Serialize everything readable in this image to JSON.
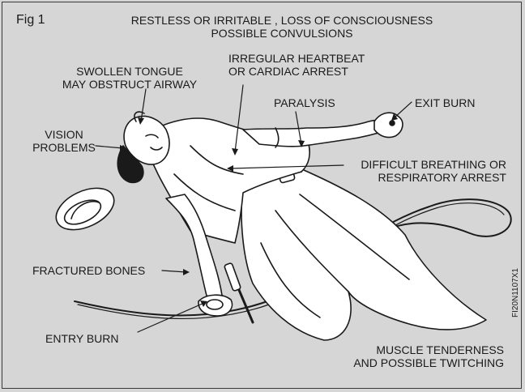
{
  "figure": {
    "label": "Fig 1",
    "code": "FI20N1107X1"
  },
  "labels": {
    "top_line1": "RESTLESS OR IRRITABLE , LOSS OF CONSCIOUSNESS",
    "top_line2": "POSSIBLE CONVULSIONS",
    "tongue_line1": "SWOLLEN TONGUE",
    "tongue_line2": "MAY OBSTRUCT AIRWAY",
    "heart_line1": "IRREGULAR HEARTBEAT",
    "heart_line2": "OR CARDIAC ARREST",
    "paralysis": "PARALYSIS",
    "exit_burn": "EXIT BURN",
    "vision_line1": "VISION",
    "vision_line2": "PROBLEMS",
    "breathing_line1": "DIFFICULT BREATHING OR",
    "breathing_line2": "RESPIRATORY ARREST",
    "fractured_bones": "FRACTURED BONES",
    "entry_burn": "ENTRY BURN",
    "muscle_line1": "MUSCLE TENDERNESS",
    "muscle_line2": "AND POSSIBLE TWITCHING"
  },
  "colors": {
    "background": "#d6d6d6",
    "line": "#1a1a1a",
    "figure_fill": "#ffffff"
  }
}
